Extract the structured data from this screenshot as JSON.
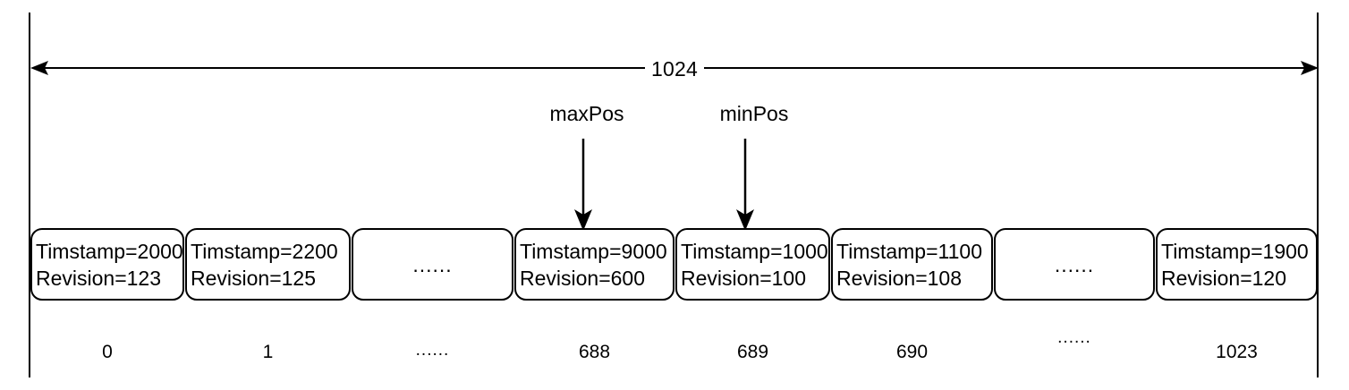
{
  "diagram": {
    "title_measure": "1024",
    "pointers": [
      {
        "label": "maxPos",
        "name": "maxpos-pointer"
      },
      {
        "label": "minPos",
        "name": "minpos-pointer"
      }
    ],
    "ellipsis": "......",
    "slots": [
      {
        "kind": "data",
        "timestamp": "Timstamp=2000",
        "revision": "Revision=123",
        "index": "0"
      },
      {
        "kind": "data",
        "timestamp": "Timstamp=2200",
        "revision": "Revision=125",
        "index": "1"
      },
      {
        "kind": "ellipsis",
        "text": "......",
        "index": "......"
      },
      {
        "kind": "data",
        "timestamp": "Timstamp=9000",
        "revision": "Revision=600",
        "index": "688"
      },
      {
        "kind": "data",
        "timestamp": "Timstamp=1000",
        "revision": "Revision=100",
        "index": "689"
      },
      {
        "kind": "data",
        "timestamp": "Timstamp=1100",
        "revision": "Revision=108",
        "index": "690"
      },
      {
        "kind": "ellipsis",
        "text": "......",
        "index": "......"
      },
      {
        "kind": "data",
        "timestamp": "Timstamp=1900",
        "revision": "Revision=120",
        "index": "1023"
      }
    ],
    "colors": {
      "stroke": "#000000",
      "background": "#ffffff"
    }
  }
}
